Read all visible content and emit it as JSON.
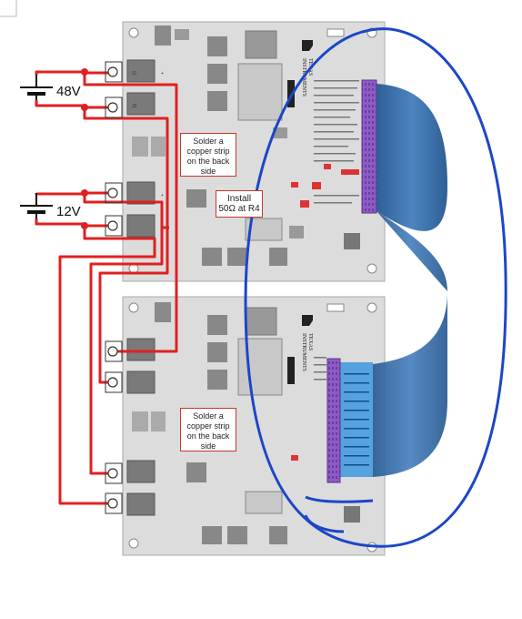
{
  "supplies": {
    "high": {
      "label": "48V"
    },
    "low": {
      "label": "12V"
    }
  },
  "callouts": {
    "top_solder": "Solder a copper strip on the back side",
    "install": "Install 50Ω at R4",
    "bottom_solder": "Solder a copper strip on the back side"
  },
  "board": {
    "brand_line1": "TEXAS",
    "brand_line2": "INSTRUMENTS"
  },
  "colors": {
    "wire": "#e02020",
    "ribbon": "#3d6fa8",
    "loop": "#1b46c8",
    "board": "#dcdcdc",
    "connector": "#8e5bc4",
    "highlight": "#2a8de0"
  }
}
